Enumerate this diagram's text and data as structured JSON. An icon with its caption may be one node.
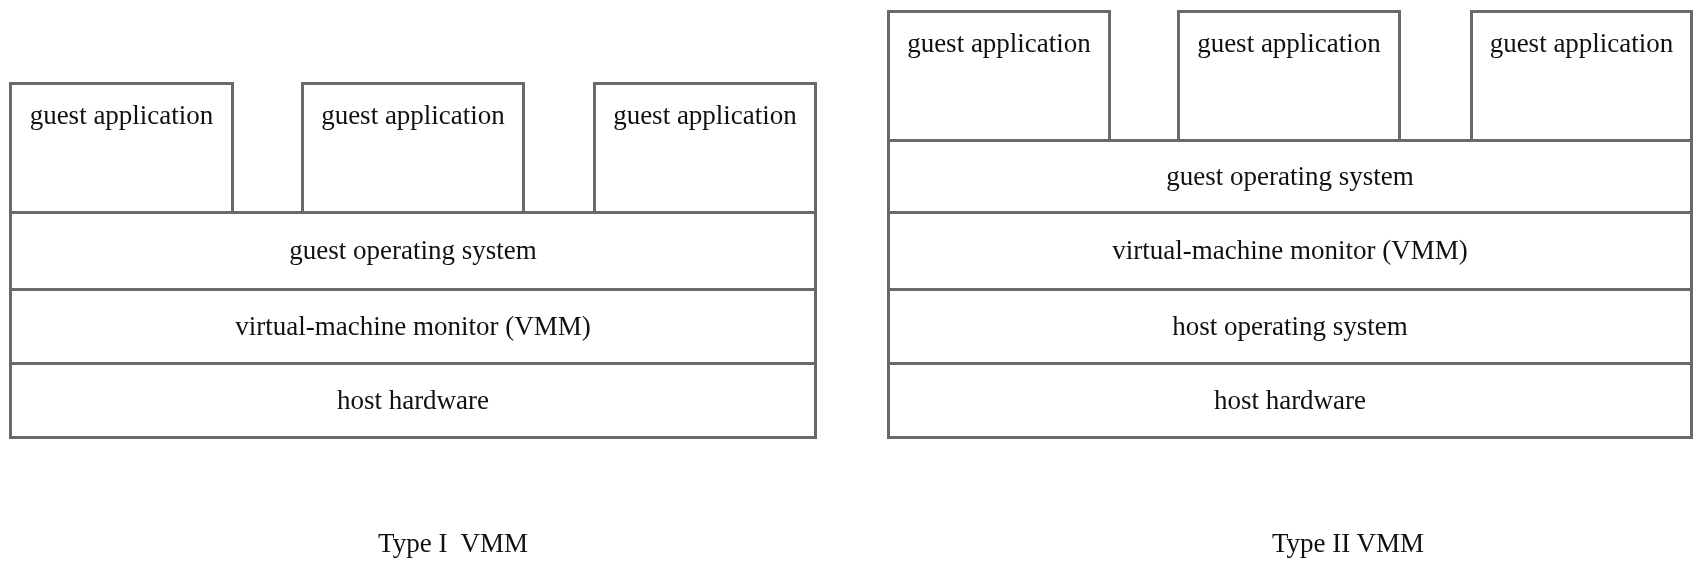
{
  "diagram": {
    "nodes": [
      {
        "text": [
          "guest application"
        ]
      },
      {
        "text": [
          "guest application"
        ]
      },
      {
        "text": [
          "guest application"
        ]
      },
      {
        "text": [
          "guest operating system"
        ]
      },
      {
        "text": [
          "virtual-machine monitor (VMM)"
        ]
      },
      {
        "text": [
          "host hardware"
        ]
      },
      {
        "text": [
          "guest application"
        ]
      },
      {
        "text": [
          "guest application"
        ]
      },
      {
        "text": [
          "guest application"
        ]
      },
      {
        "text": [
          "guest operating system"
        ]
      },
      {
        "text": [
          "virtual-machine monitor (VMM)"
        ]
      },
      {
        "text": [
          "host operating system"
        ]
      },
      {
        "text": [
          "host hardware"
        ]
      }
    ],
    "labels": [
      "Type I  VMM",
      "Type II VMM"
    ]
  }
}
